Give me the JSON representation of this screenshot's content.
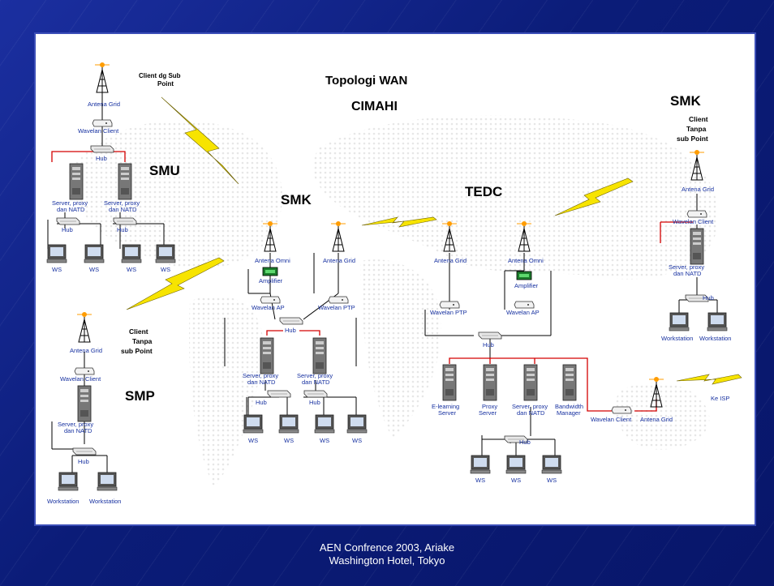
{
  "diagram": {
    "title": "Topologi WAN",
    "subtitle": "CIMAHI",
    "sites": {
      "smu": "SMU",
      "smk_center": "SMK",
      "tedc": "TEDC",
      "smk_right": "SMK",
      "smp": "SMP"
    },
    "notes": {
      "client_sub_line1": "Client dg Sub",
      "client_sub_line2": "Point",
      "smk_right_line1": "Client",
      "smk_right_line2": "Tanpa",
      "smk_right_line3": "sub Point",
      "smp_line1": "Client",
      "smp_line2": "Tanpa",
      "smp_line3": "sub Point",
      "ke_isp": "Ke ISP"
    },
    "devices": {
      "antena_grid": "Antena Grid",
      "antena_omni": "Antena Omni",
      "wavelan_client": "Wavelan Client",
      "wavelan_ap": "Wavelan AP",
      "wavelan_ptp": "Wavelan PTP",
      "amplifier": "Amplifier",
      "hub": "Hub",
      "server_line1": "Server, proxy",
      "server_line2": "dan NATD",
      "ws": "WS",
      "workstation": "Workstation",
      "elearning_line1": "E-learning",
      "elearning_line2": "Server",
      "proxy_line1": "Proxy",
      "proxy_line2": "Server",
      "bandwidth_line1": "Bandwidth",
      "bandwidth_line2": "Manager"
    }
  },
  "footer": {
    "line1": "AEN Confrence 2003, Ariake",
    "line2": "Washington Hotel, Tokyo"
  }
}
